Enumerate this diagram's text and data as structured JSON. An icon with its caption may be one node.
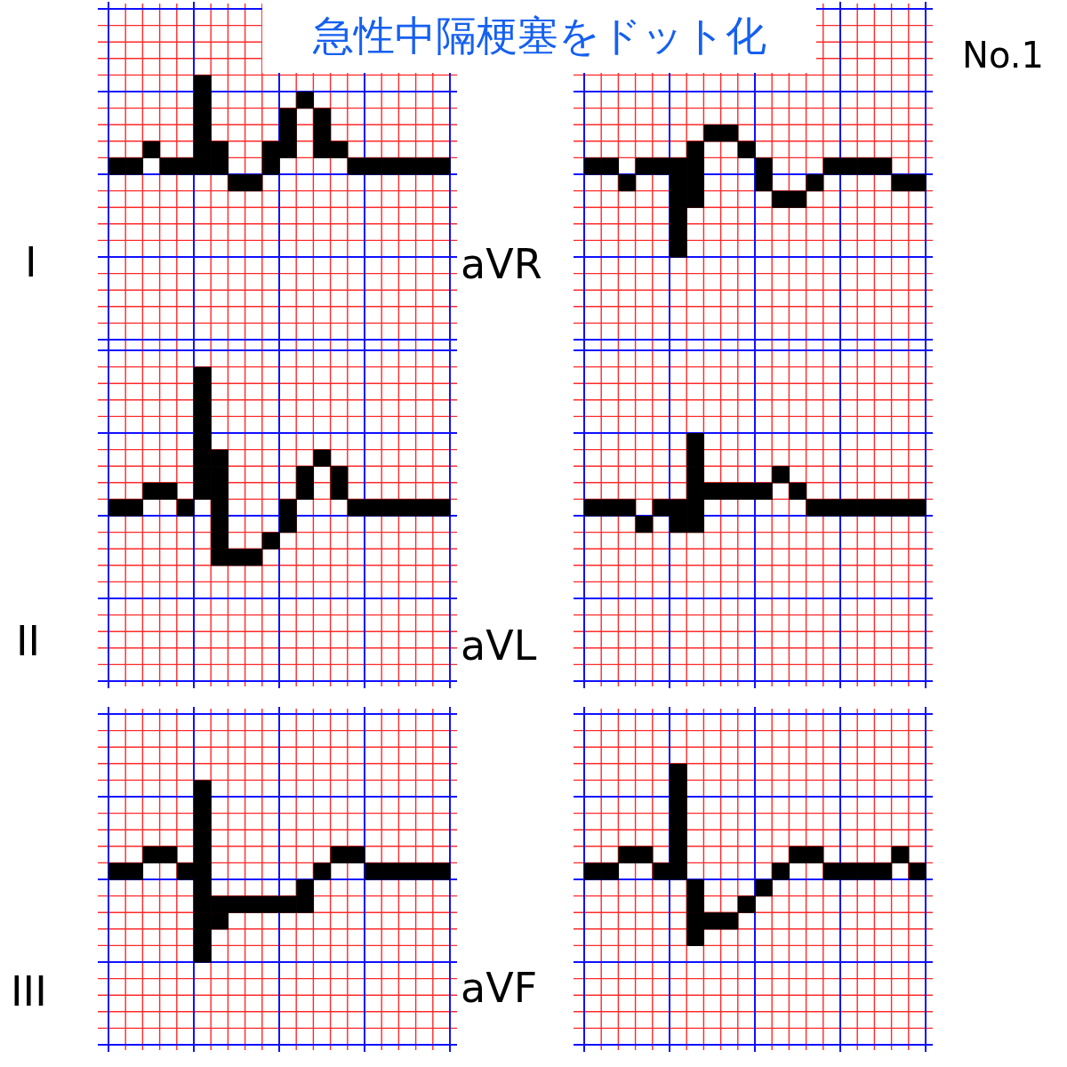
{
  "diagram": {
    "title": "急性中隔梗塞をドット化",
    "labels": [
      "No.1",
      "I",
      "aVR",
      "II",
      "aVL",
      "III",
      "aVF"
    ]
  }
}
